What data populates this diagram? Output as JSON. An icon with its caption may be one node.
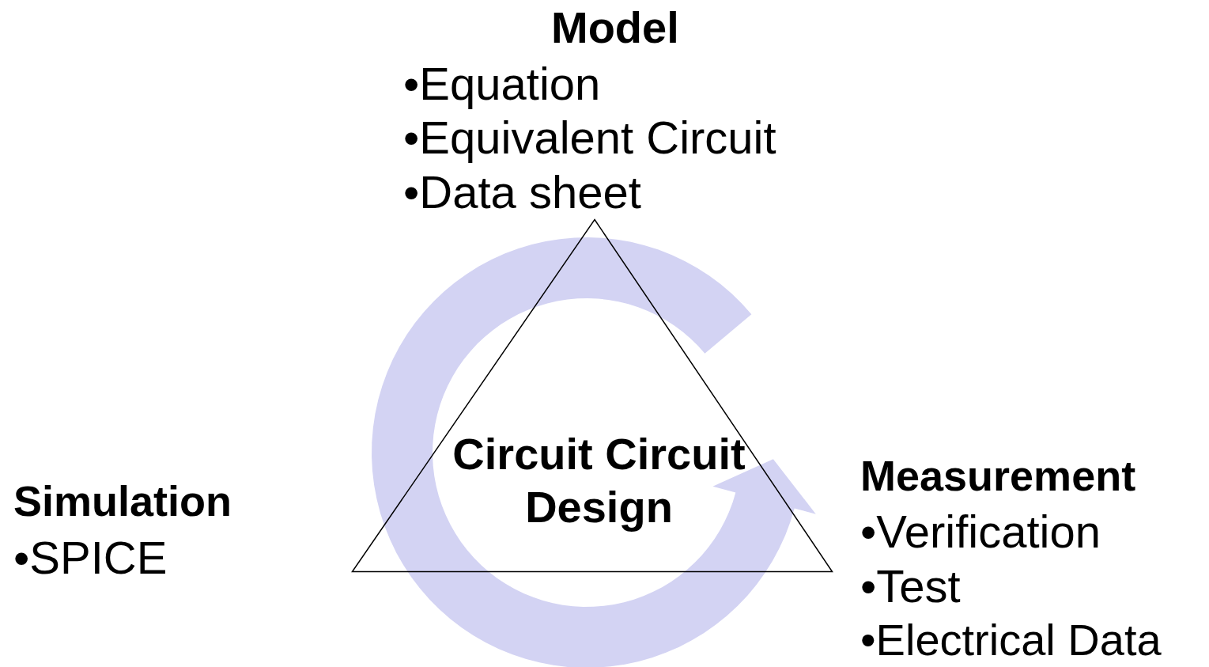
{
  "diagram": {
    "nodes": [
      {
        "text": [
          "Circuit Circuit Design"
        ]
      }
    ],
    "labels": [
      "Model",
      "•Equation",
      "•Equivalent Circuit",
      "•Data sheet",
      "Simulation",
      "•SPICE",
      "Measurement",
      "•Verification",
      "•Test",
      "•Electrical Data"
    ]
  }
}
